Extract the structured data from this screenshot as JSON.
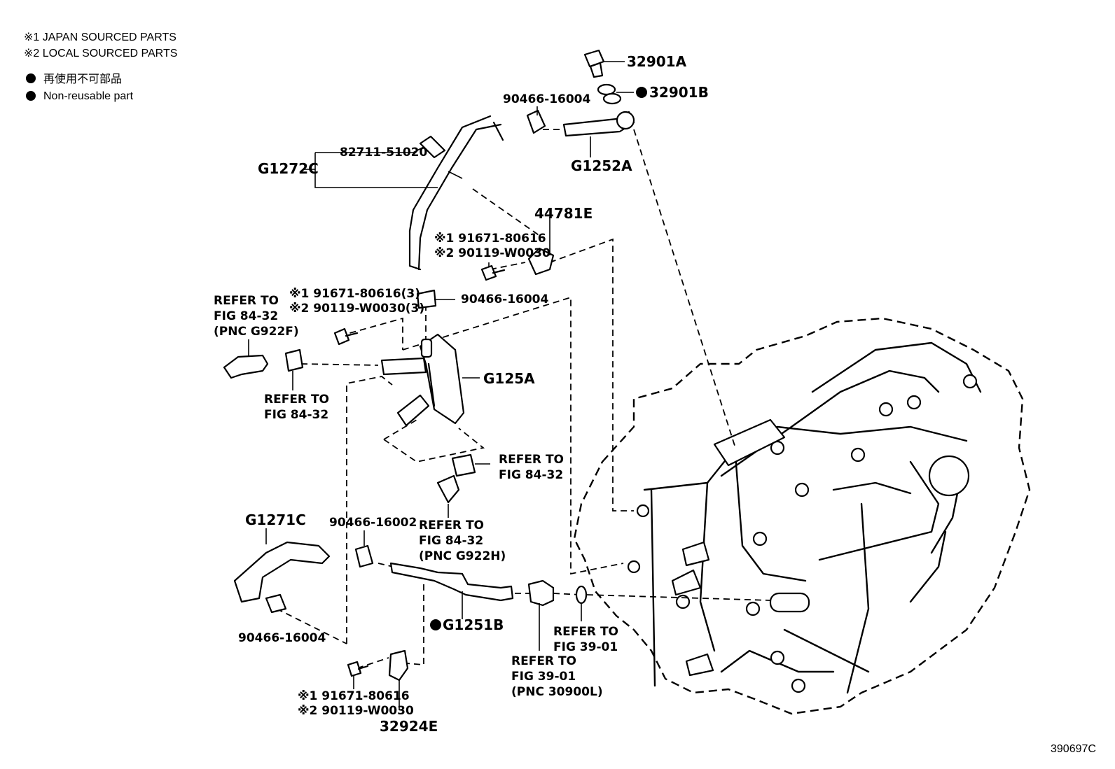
{
  "legend": {
    "japan": "※1 JAPAN SOURCED PARTS",
    "local": "※2 LOCAL SOURCED PARTS",
    "nonreusable_jp": "再使用不可部品",
    "nonreusable_en": "Non-reusable part"
  },
  "labels": {
    "p32901A": "32901A",
    "p32901B": "32901B",
    "p90466_top": "90466-16004",
    "pG1252A": "G1252A",
    "p82711": "82711-51020",
    "pG1272C": "G1272C",
    "p44781E": "44781E",
    "bolt1_a": "※1 91671-80616",
    "bolt1_b": "※2 90119-W0030",
    "bolt3_a": "※1 91671-80616(3)",
    "bolt3_b": "※2 90119-W0030(3)",
    "p90466_mid": "90466-16004",
    "pG125A": "G125A",
    "pG1271C": "G1271C",
    "p90466_16002": "90466-16002",
    "p90466_low": "90466-16004",
    "pG1251B": "G1251B",
    "bolt2_a": "※1 91671-80616",
    "bolt2_b": "※2 90119-W0030",
    "p32924E": "32924E",
    "diagram_id": "390697C"
  },
  "refs": {
    "r1_l1": "REFER TO",
    "r1_l2": "FIG 84-32",
    "r1_l3": "(PNC G922F)",
    "r2_l1": "REFER TO",
    "r2_l2": "FIG 84-32",
    "r3_l1": "REFER TO",
    "r3_l2": "FIG 84-32",
    "r4_l1": "REFER TO",
    "r4_l2": "FIG 84-32",
    "r4_l3": "(PNC G922H)",
    "r5_l1": "REFER TO",
    "r5_l2": "FIG 39-01",
    "r6_l1": "REFER TO",
    "r6_l2": "FIG 39-01",
    "r6_l3": "(PNC 30900L)"
  }
}
